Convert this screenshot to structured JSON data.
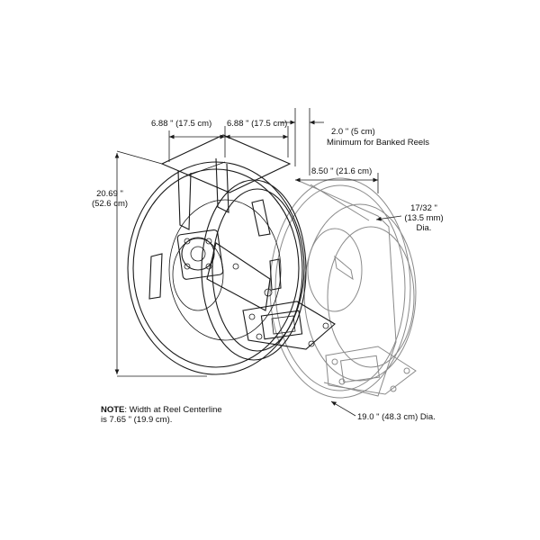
{
  "dimensions": {
    "width_left": "6.88 \" (17.5 cm)",
    "width_right": "6.88 \" (17.5 cm)",
    "spacing_top": "2.0 \" (5 cm)",
    "spacing_sub": "Minimum for Banked Reels",
    "offset": "8.50 \" (21.6 cm)",
    "height_line1": "20.69 \"",
    "height_line2": "(52.6 cm)",
    "hole_line1": "17/32 \"",
    "hole_line2": "(13.5 mm)",
    "hole_line3": "Dia.",
    "diameter": "19.0 \" (48.3 cm) Dia."
  },
  "note": {
    "label": "NOTE",
    "line1_rest": ": Width at Reel Centerline",
    "line2": "is 7.65 \" (19.9 cm)."
  },
  "colors": {
    "ink": "#1a1a1a",
    "ghost": "#8a8a8a"
  }
}
